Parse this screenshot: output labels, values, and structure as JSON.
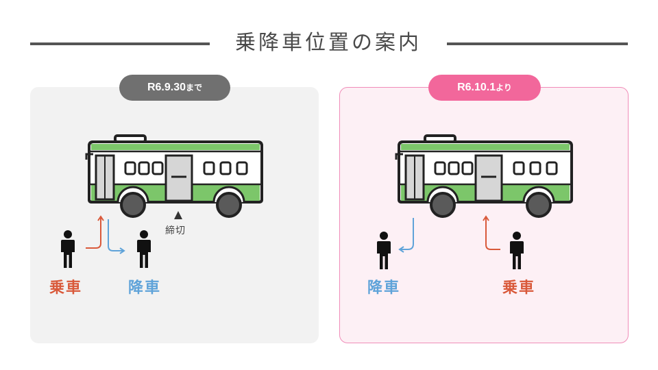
{
  "page_title": "乗降車位置の案内",
  "before": {
    "date_number": "R6.9.30",
    "date_suffix": "まで",
    "board_label": "乗車",
    "alight_label": "降車",
    "closed_label": "締切"
  },
  "after": {
    "date_number": "R6.10.1",
    "date_suffix": "より",
    "board_label": "乗車",
    "alight_label": "降車"
  },
  "colors": {
    "board": "#d9593a",
    "alight": "#5fa3d9",
    "bus_stripe": "#7cc66a",
    "before_badge": "#707070",
    "after_badge": "#f2679b",
    "after_border": "#f08cb8"
  }
}
